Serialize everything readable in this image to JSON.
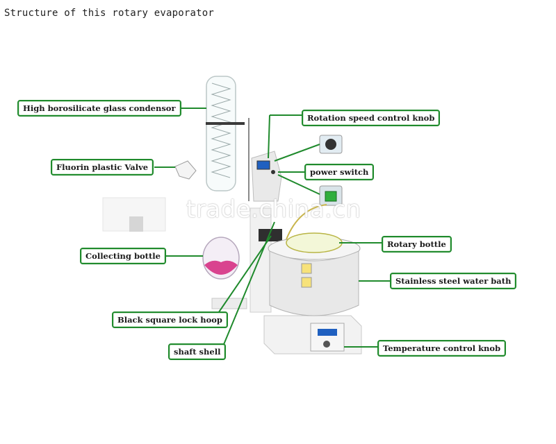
{
  "title": "Structure of this rotary evaporator",
  "labels": {
    "condensor": "High borosilicate glass condensor",
    "speed_knob": "Rotation speed control knob",
    "valve": "Fluorin plastic Valve",
    "power_switch": "power switch",
    "rotary_bottle": "Rotary bottle",
    "collecting_bottle": "Collecting bottle",
    "water_bath": "Stainless steel water bath",
    "lock_hoop": "Black square lock hoop",
    "shaft_shell": "shaft shell",
    "temp_knob": "Temperature control knob"
  },
  "watermark": "trade.china.cn",
  "colors": {
    "leader": "#1f8a2c",
    "label_border": "#1f8a2c",
    "liquid": "#d9438f",
    "bath": "#e8e8e8",
    "display": "#2060c0"
  }
}
